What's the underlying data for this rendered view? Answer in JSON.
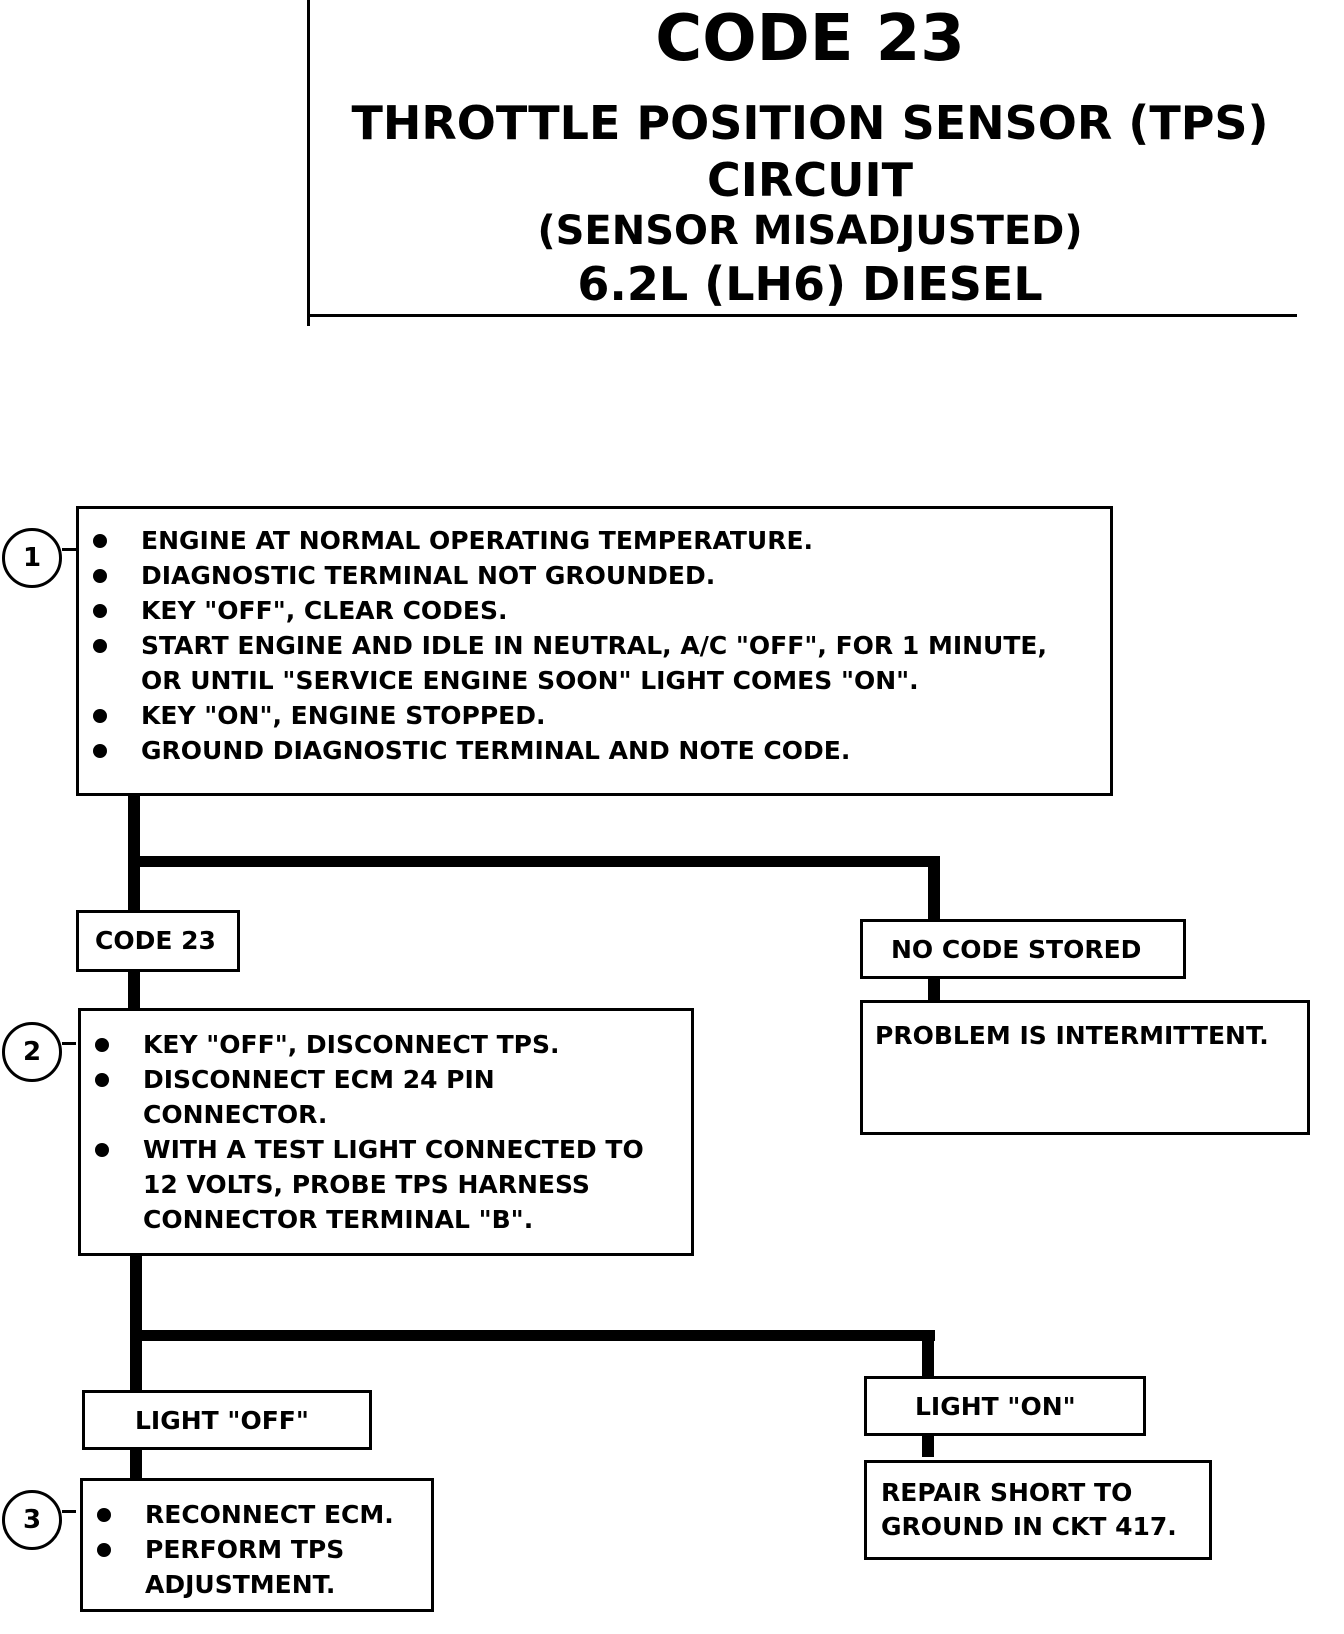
{
  "header": {
    "code": "CODE 23",
    "title_line1": "THROTTLE POSITION SENSOR (TPS)",
    "title_line2": "CIRCUIT",
    "title_line3": "(SENSOR MISADJUSTED)",
    "title_line4": "6.2L  (LH6)  DIESEL"
  },
  "steps": [
    {
      "number": "1",
      "items": [
        "ENGINE AT NORMAL OPERATING TEMPERATURE.",
        "DIAGNOSTIC TERMINAL NOT GROUNDED.",
        "KEY \"OFF\", CLEAR CODES.",
        "START ENGINE AND IDLE IN NEUTRAL, A/C \"OFF\", FOR 1 MINUTE,\nOR UNTIL \"SERVICE ENGINE SOON\" LIGHT COMES \"ON\".",
        "KEY \"ON\", ENGINE STOPPED.",
        "GROUND DIAGNOSTIC TERMINAL AND NOTE CODE."
      ]
    },
    {
      "number": "2",
      "items": [
        "KEY \"OFF\", DISCONNECT TPS.",
        "DISCONNECT ECM 24 PIN\nCONNECTOR.",
        "WITH A TEST LIGHT CONNECTED TO\n12 VOLTS, PROBE TPS HARNESS\nCONNECTOR TERMINAL \"B\"."
      ]
    },
    {
      "number": "3",
      "items": [
        "RECONNECT ECM.",
        "PERFORM TPS\nADJUSTMENT."
      ]
    }
  ],
  "branches": {
    "code23": "CODE 23",
    "no_code": "NO CODE STORED",
    "intermittent": "PROBLEM IS INTERMITTENT.",
    "light_off": "LIGHT \"OFF\"",
    "light_on": "LIGHT \"ON\"",
    "repair": "REPAIR SHORT TO\nGROUND IN CKT 417."
  }
}
